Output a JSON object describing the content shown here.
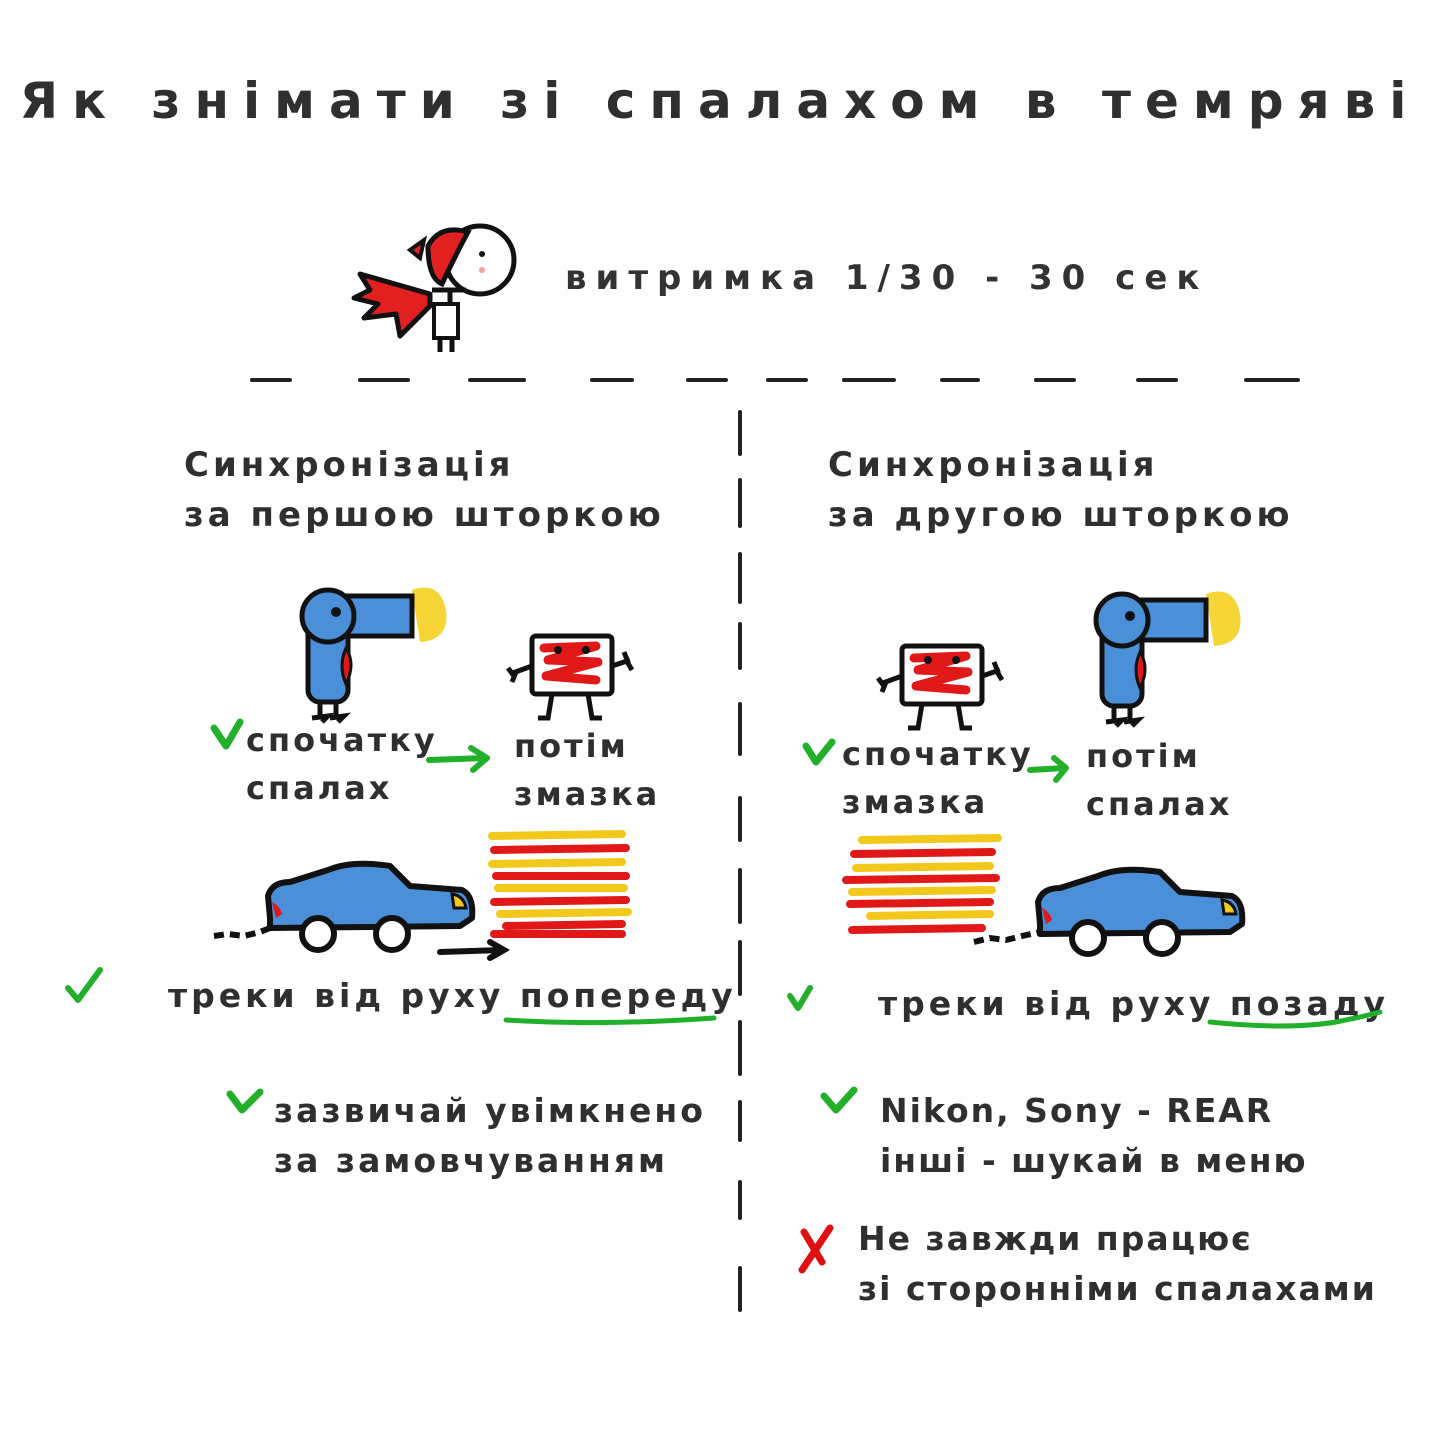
{
  "title": "Як знімати зі спалахом в темряві",
  "exposure": "витримка 1/30 - 30 сек",
  "colors": {
    "text": "#2f2f2f",
    "check_green": "#22b02a",
    "cross_red": "#e01010",
    "crayon_blue": "#4a8fd8",
    "flash_yellow": "#f5d020",
    "streak_red": "#e01818",
    "streak_yellow": "#f3c81c"
  },
  "left": {
    "heading_line1": "Синхронізація",
    "heading_line2": "за першою шторкою",
    "step1_line1": "спочатку",
    "step1_line2": "спалах",
    "step2_line1": "потім",
    "step2_line2": "змазка",
    "tracks_prefix": "треки від руху",
    "tracks_emphasis": "попереду",
    "note_line1": "зазвичай увімкнено",
    "note_line2": "за замовчуванням"
  },
  "right": {
    "heading_line1": "Синхронізація",
    "heading_line2": "за другою шторкою",
    "step1_line1": "спочатку",
    "step1_line2": "змазка",
    "step2_line1": "потім",
    "step2_line2": "спалах",
    "tracks_prefix": "треки від руху",
    "tracks_emphasis": "позаду",
    "note_line1": "Nikon, Sony - REAR",
    "note_line2": "інші - шукай в меню",
    "warning_line1": "Не завжди працює",
    "warning_line2": "зі сторонніми спалахами"
  },
  "icons": {
    "mascot": "red-bird-mascot-icon",
    "flash": "flash-bird-icon",
    "blur": "blur-box-icon",
    "car": "car-icon",
    "check": "check-icon",
    "cross": "cross-icon",
    "arrow": "arrow-right-icon"
  }
}
